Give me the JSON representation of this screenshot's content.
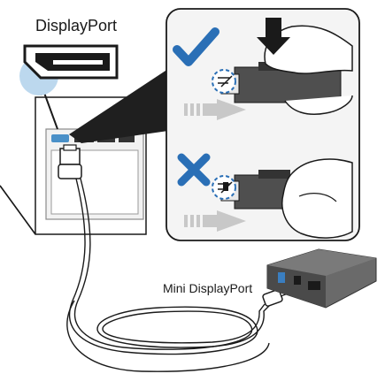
{
  "labels": {
    "displayport": "DisplayPort",
    "mini_displayport": "Mini DisplayPort"
  },
  "panels": [
    {
      "state": "correct",
      "marker_icon": "check-icon",
      "color": "#2a6fb6"
    },
    {
      "state": "incorrect",
      "marker_icon": "cross-icon",
      "color": "#2a6fb6"
    }
  ],
  "colors": {
    "accent": "#2a6fb6",
    "highlight": "#bcd8ee",
    "outline": "#1a1a1a",
    "panel_bg": "#f4f4f4",
    "adapter_body": "#555555"
  }
}
